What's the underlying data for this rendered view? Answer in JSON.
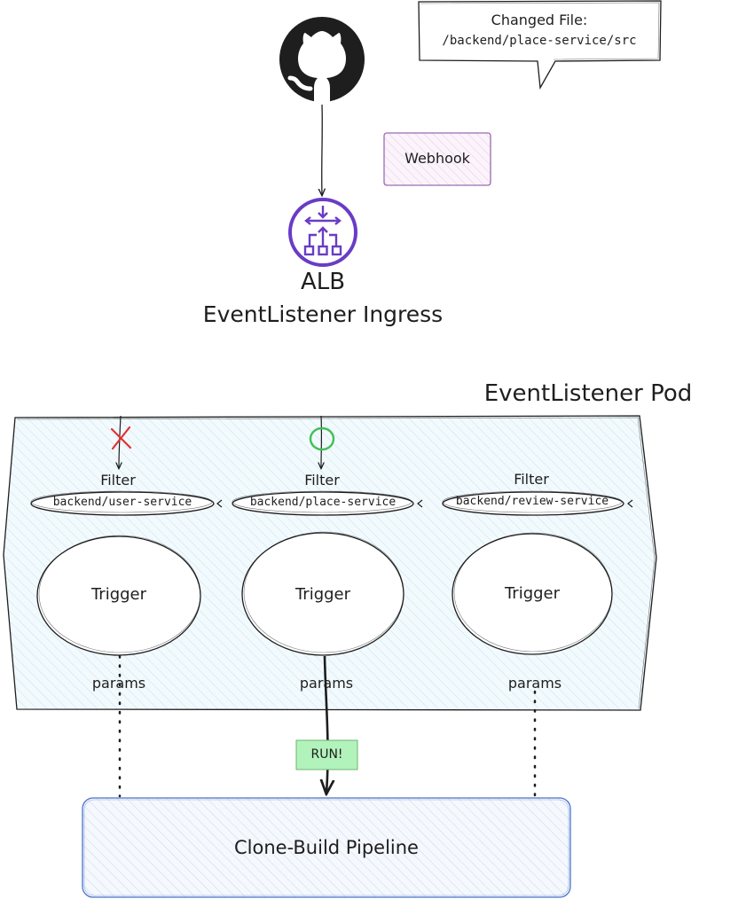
{
  "callout": {
    "line1": "Changed File:",
    "line2": "/backend/place-service/src"
  },
  "webhook": {
    "label": "Webhook"
  },
  "alb": {
    "title": "ALB",
    "subtitle": "EventListener Ingress"
  },
  "pod": {
    "title": "EventListener Pod",
    "columns": [
      {
        "filter_label": "Filter",
        "filter_path": "backend/user-service",
        "trigger_label": "Trigger",
        "params_label": "params",
        "match": "cross"
      },
      {
        "filter_label": "Filter",
        "filter_path": "backend/place-service",
        "trigger_label": "Trigger",
        "params_label": "params",
        "match": "circle"
      },
      {
        "filter_label": "Filter",
        "filter_path": "backend/review-service",
        "trigger_label": "Trigger",
        "params_label": "params",
        "match": "none"
      }
    ]
  },
  "run": {
    "label": "RUN!"
  },
  "pipeline": {
    "label": "Clone-Build Pipeline"
  },
  "colors": {
    "stroke": "#1e1e1e",
    "alb_purple": "#693cc5",
    "webhook_border": "#9c6bb0",
    "webhook_fill": "#f4e6f4",
    "pod_fill": "#e7f5fa",
    "pipeline_border": "#4a74c9",
    "pipeline_fill": "#e8f0fb",
    "run_fill": "#b2f2bb",
    "run_border": "#6fb46f",
    "cross": "#e03131",
    "circle": "#40c057"
  }
}
